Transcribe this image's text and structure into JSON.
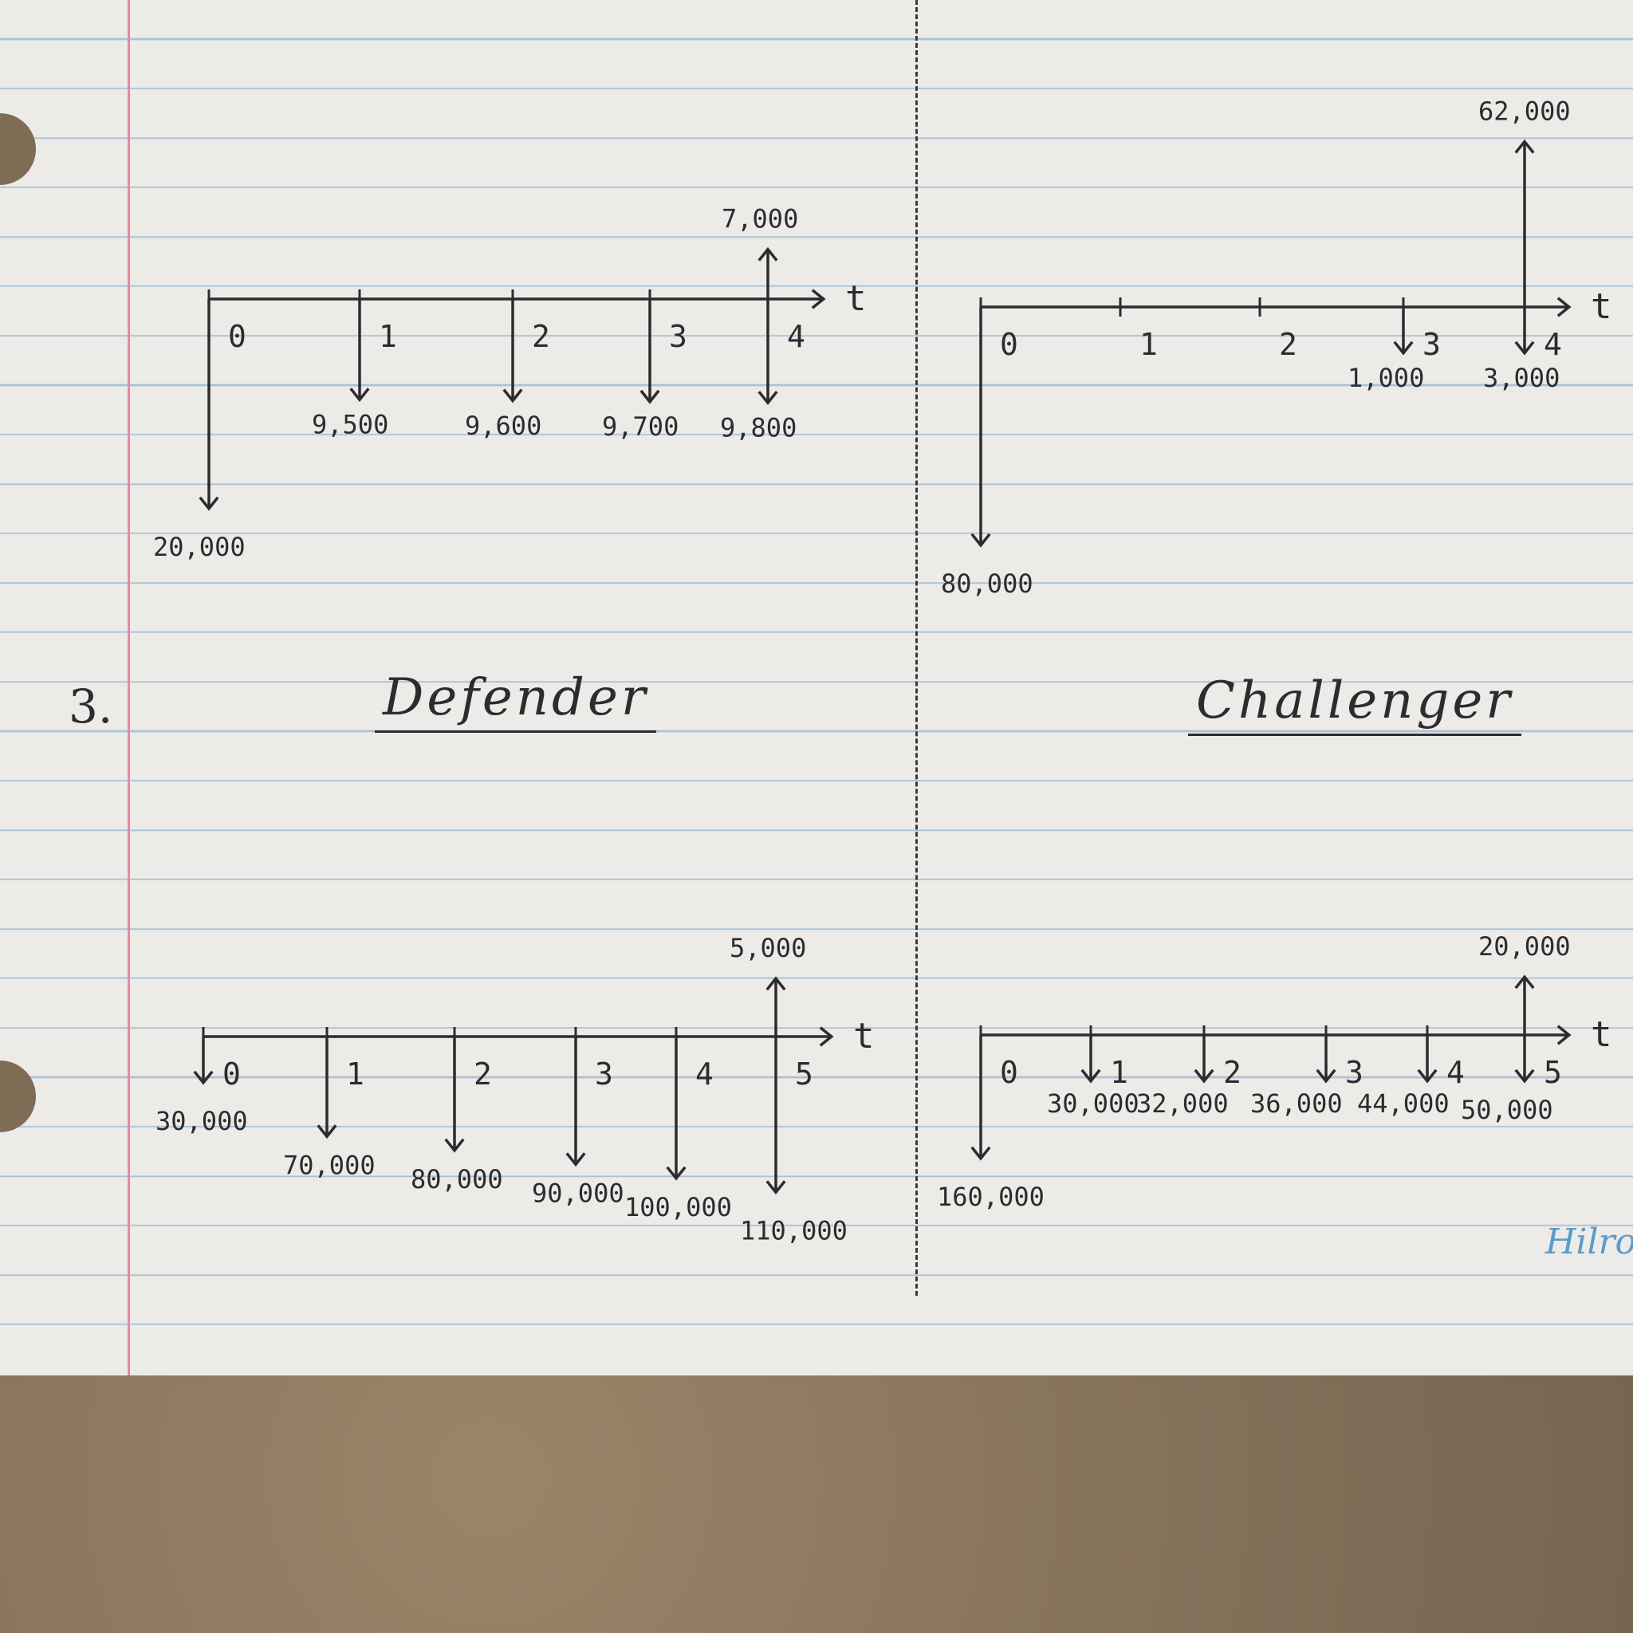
{
  "headings": {
    "problem_number": "3.",
    "defender": "Defender",
    "challenger": "Challenger"
  },
  "brand": "Hilro",
  "axis_label": "t",
  "diagrams": [
    {
      "id": "top-left",
      "periods": [
        "0",
        "1",
        "2",
        "3",
        "4"
      ],
      "flows": [
        {
          "period": 0,
          "direction": "down",
          "amount": 20000,
          "label": "20,000"
        },
        {
          "period": 1,
          "direction": "down",
          "amount": 9500,
          "label": "9,500"
        },
        {
          "period": 2,
          "direction": "down",
          "amount": 9600,
          "label": "9,600"
        },
        {
          "period": 3,
          "direction": "down",
          "amount": 9700,
          "label": "9,700"
        },
        {
          "period": 4,
          "direction": "down",
          "amount": 9800,
          "label": "9,800"
        },
        {
          "period": 4,
          "direction": "up",
          "amount": 7000,
          "label": "7,000"
        }
      ]
    },
    {
      "id": "top-right",
      "periods": [
        "0",
        "1",
        "2",
        "3",
        "4"
      ],
      "flows": [
        {
          "period": 0,
          "direction": "down",
          "amount": 80000,
          "label": "80,000"
        },
        {
          "period": 3,
          "direction": "down",
          "amount": 1000,
          "label": "1,000"
        },
        {
          "period": 4,
          "direction": "down",
          "amount": 3000,
          "label": "3,000"
        },
        {
          "period": 4,
          "direction": "up",
          "amount": 62000,
          "label": "62,000"
        }
      ]
    },
    {
      "id": "defender",
      "periods": [
        "0",
        "1",
        "2",
        "3",
        "4",
        "5"
      ],
      "flows": [
        {
          "period": 0,
          "direction": "down",
          "amount": 30000,
          "label": "30,000"
        },
        {
          "period": 1,
          "direction": "down",
          "amount": 70000,
          "label": "70,000"
        },
        {
          "period": 2,
          "direction": "down",
          "amount": 80000,
          "label": "80,000"
        },
        {
          "period": 3,
          "direction": "down",
          "amount": 90000,
          "label": "90,000"
        },
        {
          "period": 4,
          "direction": "down",
          "amount": 100000,
          "label": "100,000"
        },
        {
          "period": 5,
          "direction": "down",
          "amount": 110000,
          "label": "110,000"
        },
        {
          "period": 5,
          "direction": "up",
          "amount": 5000,
          "label": "5,000"
        }
      ]
    },
    {
      "id": "challenger",
      "periods": [
        "0",
        "1",
        "2",
        "3",
        "4",
        "5"
      ],
      "flows": [
        {
          "period": 0,
          "direction": "down",
          "amount": 160000,
          "label": "160,000"
        },
        {
          "period": 1,
          "direction": "down",
          "amount": 30000,
          "label": "30,000"
        },
        {
          "period": 2,
          "direction": "down",
          "amount": 32000,
          "label": "32,000"
        },
        {
          "period": 3,
          "direction": "down",
          "amount": 36000,
          "label": "36,000"
        },
        {
          "period": 4,
          "direction": "down",
          "amount": 44000,
          "label": "44,000"
        },
        {
          "period": 5,
          "direction": "down",
          "amount": 50000,
          "label": "50,000"
        },
        {
          "period": 5,
          "direction": "up",
          "amount": 20000,
          "label": "20,000"
        }
      ]
    }
  ]
}
